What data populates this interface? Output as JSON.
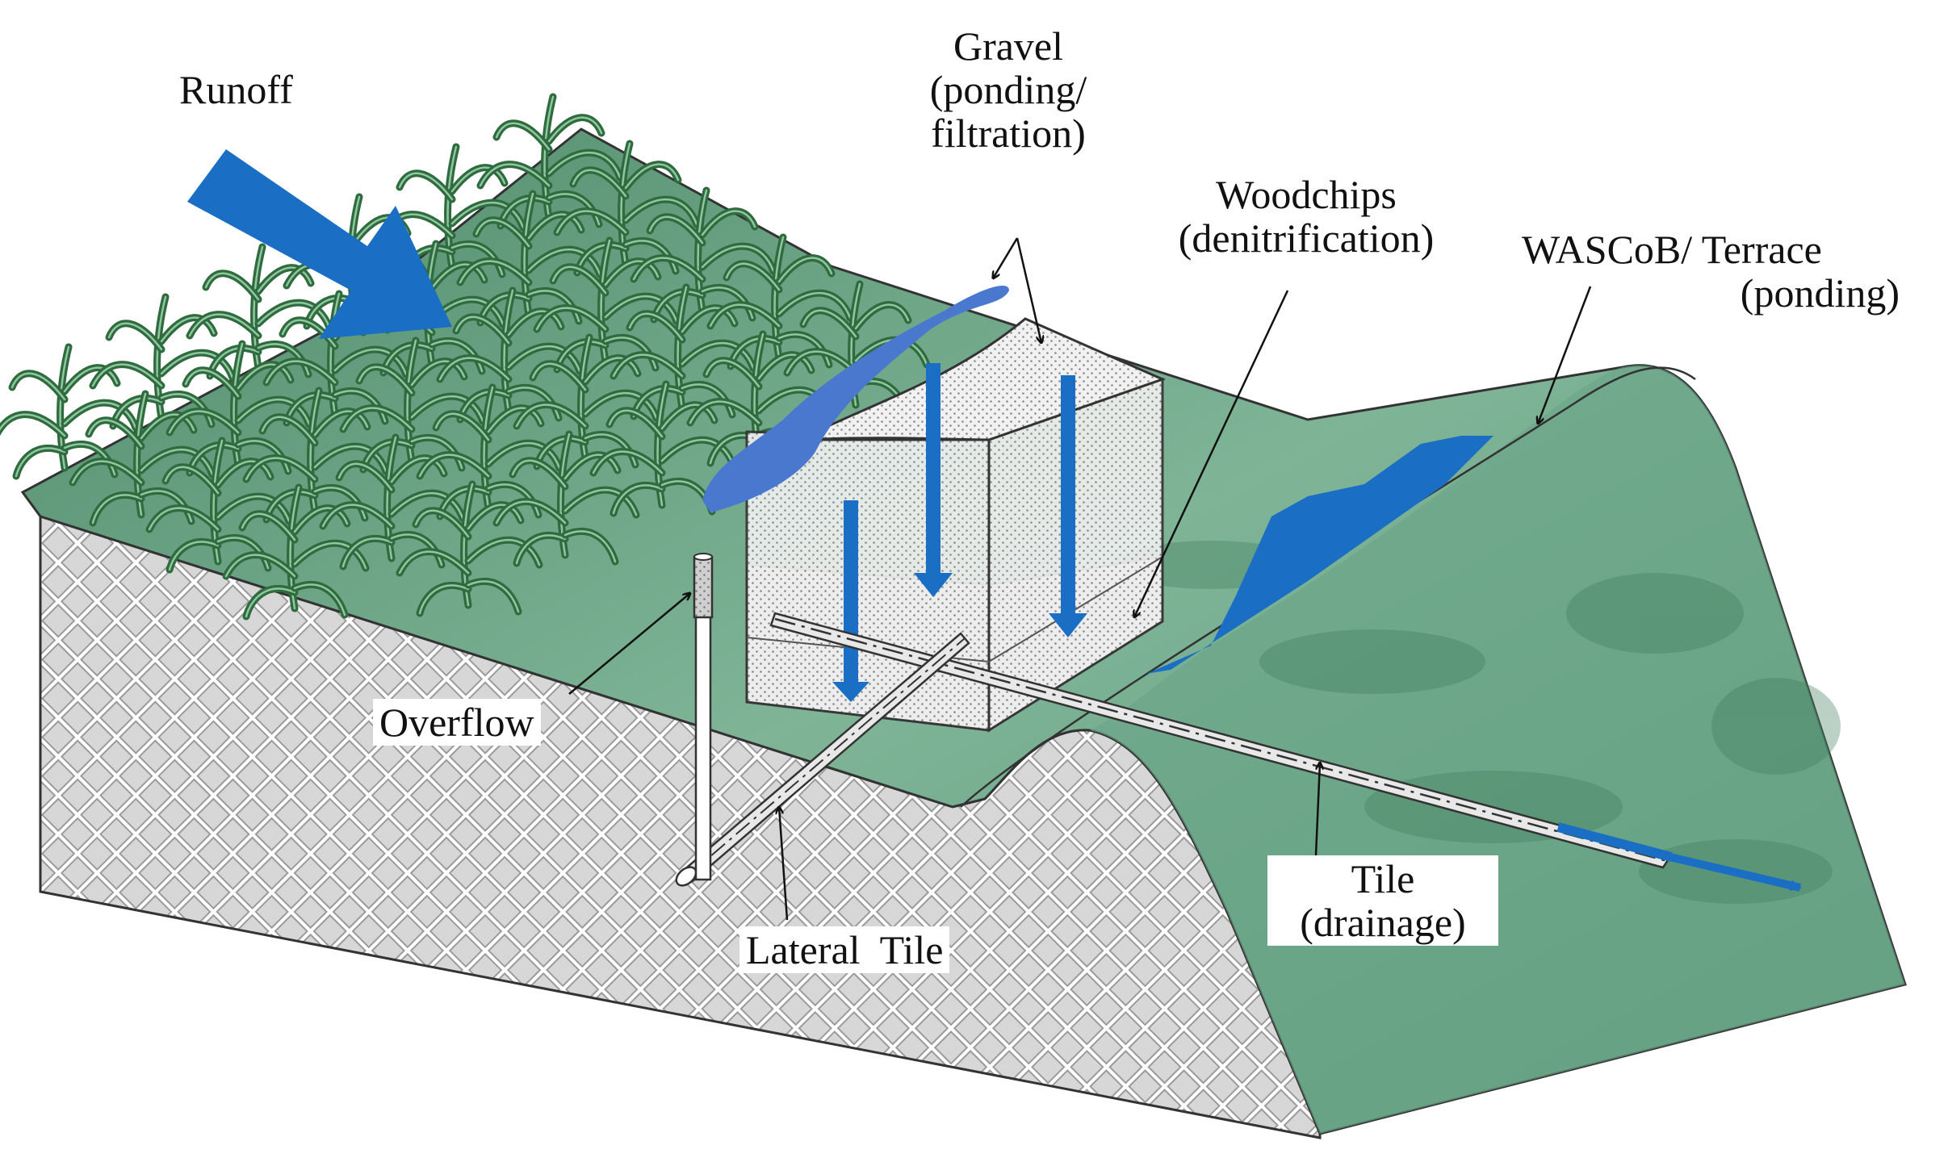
{
  "labels": {
    "runoff": "Runoff",
    "gravel": [
      "Gravel",
      "(ponding/",
      "filtration)"
    ],
    "woodchips": [
      "Woodchips",
      "(denitrification)"
    ],
    "wascob": [
      "WASCoB/ Terrace",
      "(ponding)"
    ],
    "overflow": "Overflow",
    "lateral_tile": "Lateral  Tile",
    "tile": [
      "Tile",
      "(drainage)"
    ]
  },
  "colors": {
    "water": "#1a6fc4",
    "ponded_water": "#4a78cf",
    "grass": "#5e9a7c",
    "soil_pattern": "#bdbdbd",
    "crop": "#2f6b3f"
  }
}
